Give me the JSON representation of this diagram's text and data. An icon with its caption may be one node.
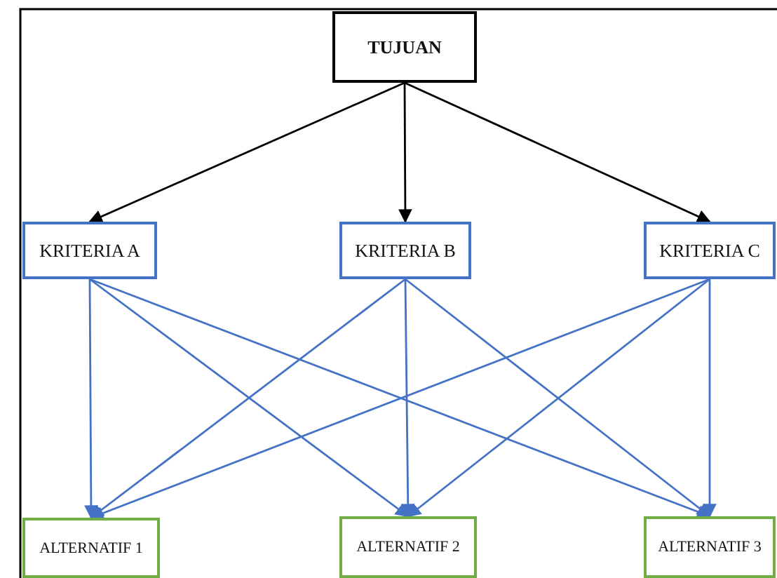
{
  "diagram": {
    "nodes": [
      {
        "text": [
          "TUJUAN"
        ]
      },
      {
        "text": [
          "KRITERIA A"
        ]
      },
      {
        "text": [
          "KRITERIA B"
        ]
      },
      {
        "text": [
          "KRITERIA C"
        ]
      },
      {
        "text": [
          "ALTERNATIF 1"
        ]
      },
      {
        "text": [
          "ALTERNATIF 2"
        ]
      },
      {
        "text": [
          "ALTERNATIF 3"
        ]
      }
    ],
    "edges": [
      {
        "from": 0,
        "to": 1,
        "arrow": "to",
        "color": "#000000"
      },
      {
        "from": 0,
        "to": 2,
        "arrow": "to",
        "color": "#000000"
      },
      {
        "from": 0,
        "to": 3,
        "arrow": "to",
        "color": "#000000"
      },
      {
        "from": 1,
        "to": 4,
        "arrow": "to"
      },
      {
        "from": 1,
        "to": 5,
        "arrow": "to"
      },
      {
        "from": 1,
        "to": 6,
        "arrow": "to"
      },
      {
        "from": 2,
        "to": 4,
        "arrow": "to"
      },
      {
        "from": 2,
        "to": 5,
        "arrow": "to"
      },
      {
        "from": 2,
        "to": 6,
        "arrow": "to"
      },
      {
        "from": 3,
        "to": 4,
        "arrow": "to"
      },
      {
        "from": 3,
        "to": 5,
        "arrow": "to"
      },
      {
        "from": 3,
        "to": 6,
        "arrow": "to"
      }
    ]
  }
}
